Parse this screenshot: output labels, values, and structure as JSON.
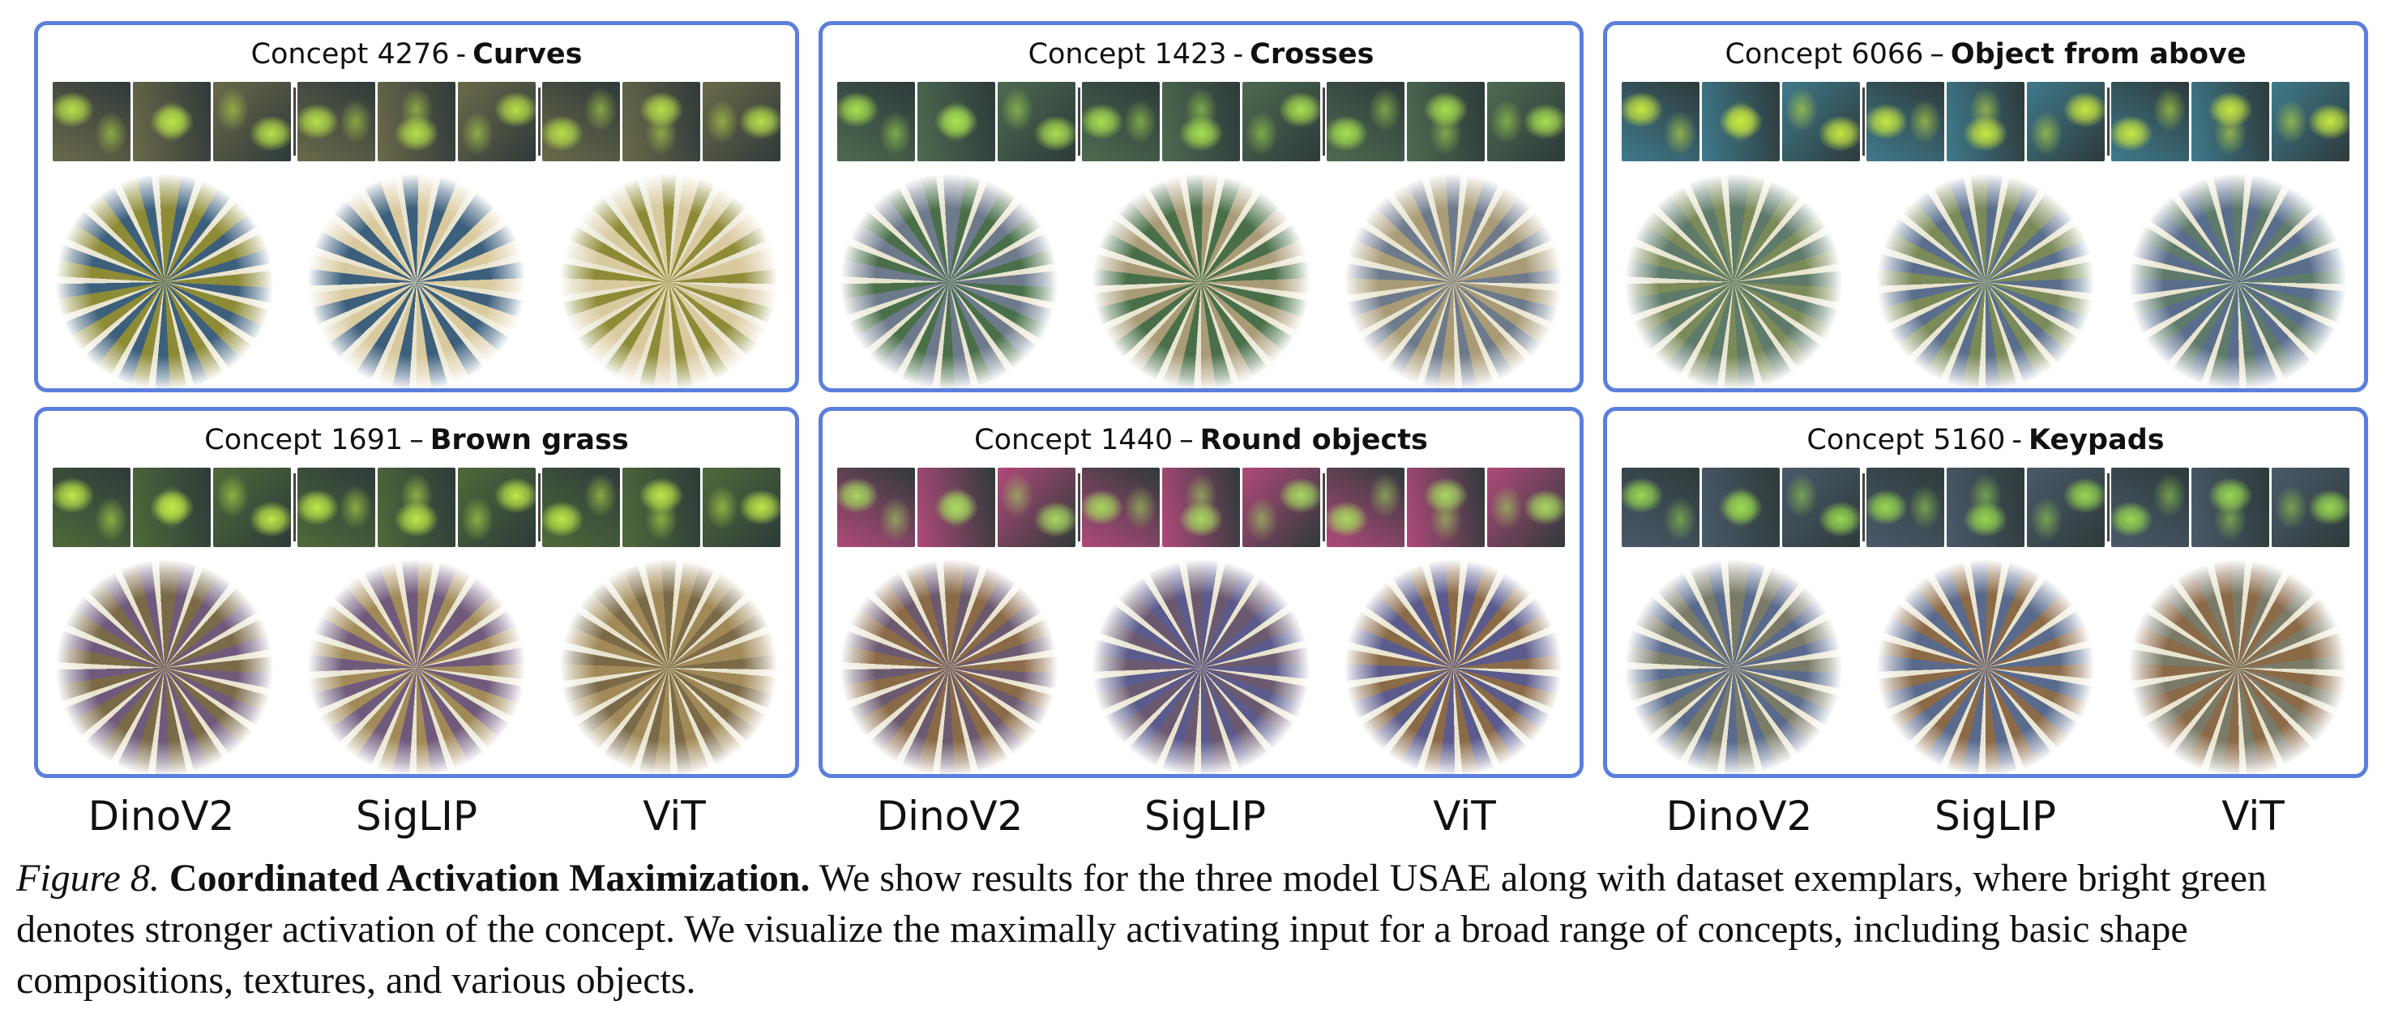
{
  "figure": {
    "panels": [
      {
        "id": "curves",
        "concept_number": "Concept 4276",
        "separator": "-",
        "concept_name": "Curves",
        "colors": {
          "exemplar_base": "#6b6a4a",
          "exemplar_highlight": "#b8e04a",
          "vis_a": "#8d8b3a",
          "vis_b": "#3d5f7a",
          "vis_c": "#d8c9a0"
        }
      },
      {
        "id": "crosses",
        "concept_number": "Concept 1423",
        "separator": "-",
        "concept_name": "Crosses",
        "colors": {
          "exemplar_base": "#4d6b50",
          "exemplar_highlight": "#a8e050",
          "vis_a": "#6e7a8a",
          "vis_b": "#4a6e4a",
          "vis_c": "#a89b78"
        }
      },
      {
        "id": "object-from-above",
        "concept_number": "Concept 6066",
        "separator": "–",
        "concept_name": "Object from above",
        "colors": {
          "exemplar_base": "#3f7a8c",
          "exemplar_highlight": "#c8e840",
          "vis_a": "#5e7a6a",
          "vis_b": "#7a8a5a",
          "vis_c": "#5a6e8a"
        }
      },
      {
        "id": "brown-grass",
        "concept_number": "Concept 1691",
        "separator": "–",
        "concept_name": "Brown grass",
        "colors": {
          "exemplar_base": "#4f6a3a",
          "exemplar_highlight": "#c0e848",
          "vis_a": "#7a6a4a",
          "vis_b": "#6e5a7a",
          "vis_c": "#a08a5a"
        }
      },
      {
        "id": "round-objects",
        "concept_number": "Concept 1440",
        "separator": "–",
        "concept_name": "Round objects",
        "colors": {
          "exemplar_base": "#b04a7a",
          "exemplar_highlight": "#a8d860",
          "vis_a": "#8a6a4a",
          "vis_b": "#6a5a6e",
          "vis_c": "#5a5a8a"
        }
      },
      {
        "id": "keypads",
        "concept_number": "Concept 5160",
        "separator": "-",
        "concept_name": "Keypads",
        "colors": {
          "exemplar_base": "#4a5a6a",
          "exemplar_highlight": "#98d850",
          "vis_a": "#7a7a6a",
          "vis_b": "#5a6a8a",
          "vis_c": "#8a6a4a"
        }
      }
    ],
    "model_labels": [
      "DinoV2",
      "SigLIP",
      "ViT",
      "DinoV2",
      "SigLIP",
      "ViT",
      "DinoV2",
      "SigLIP",
      "ViT"
    ],
    "border_color": "#5b7fdc"
  },
  "caption": {
    "figure_label": "Figure 8.",
    "title": "Coordinated Activation Maximization.",
    "text": " We show results for the three model USAE along with dataset exemplars, where bright green denotes stronger activation of the concept. We visualize the maximally activating input for a broad range of concepts, including basic shape compositions, textures, and various objects."
  }
}
